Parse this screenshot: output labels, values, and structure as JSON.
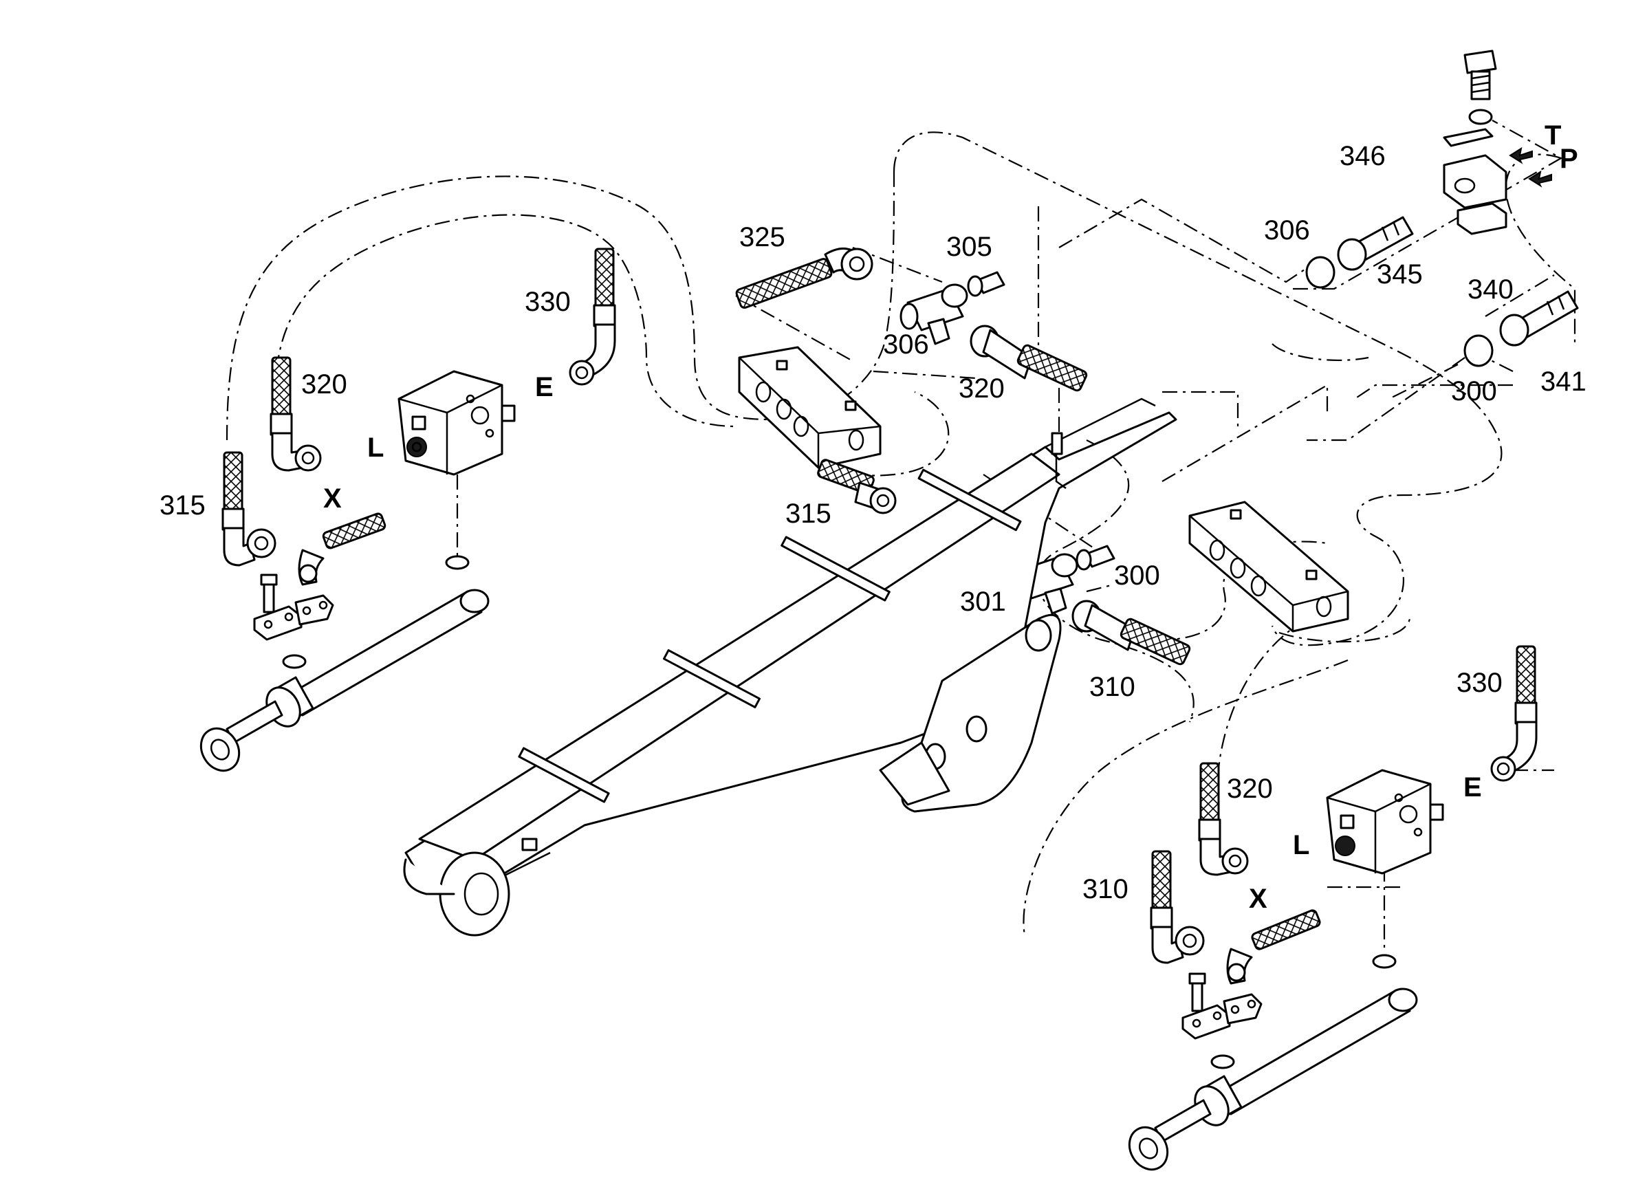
{
  "colors": {
    "line": "#000000",
    "background": "#ffffff"
  },
  "labels": {
    "p325": "325",
    "p330_left": "330",
    "p320_left": "320",
    "p315_left": "315",
    "L_left": "L",
    "X_left": "X",
    "E_left": "E",
    "p305": "305",
    "p306_mid": "306",
    "p320_mid": "320",
    "p315_mid": "315",
    "p300_mid": "300",
    "p301": "301",
    "p310_mid": "310",
    "p346": "346",
    "p306_right": "306",
    "p345": "345",
    "p340": "340",
    "p300_right": "300",
    "p341": "341",
    "T": "T",
    "P": "P",
    "p330_right": "330",
    "p320_right": "320",
    "p310_right": "310",
    "L_right": "L",
    "X_right": "X",
    "E_right": "E"
  }
}
